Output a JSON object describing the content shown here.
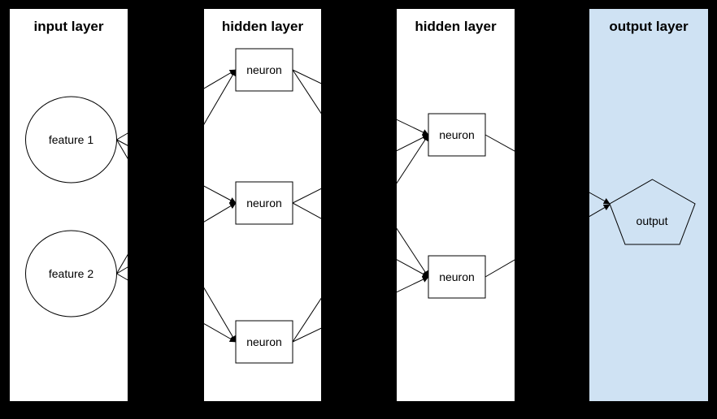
{
  "diagram": {
    "background_color": "#000000",
    "edge_color": "#000000",
    "layers": [
      {
        "title": "input layer",
        "fill": "#ffffff"
      },
      {
        "title": "hidden layer",
        "fill": "#ffffff"
      },
      {
        "title": "hidden layer",
        "fill": "#ffffff"
      },
      {
        "title": "output layer",
        "fill": "#cfe2f3"
      }
    ],
    "nodes": {
      "input": [
        "feature 1",
        "feature 2"
      ],
      "hidden1": [
        "neuron",
        "neuron",
        "neuron"
      ],
      "hidden2": [
        "neuron",
        "neuron"
      ],
      "output": [
        "output"
      ]
    }
  }
}
